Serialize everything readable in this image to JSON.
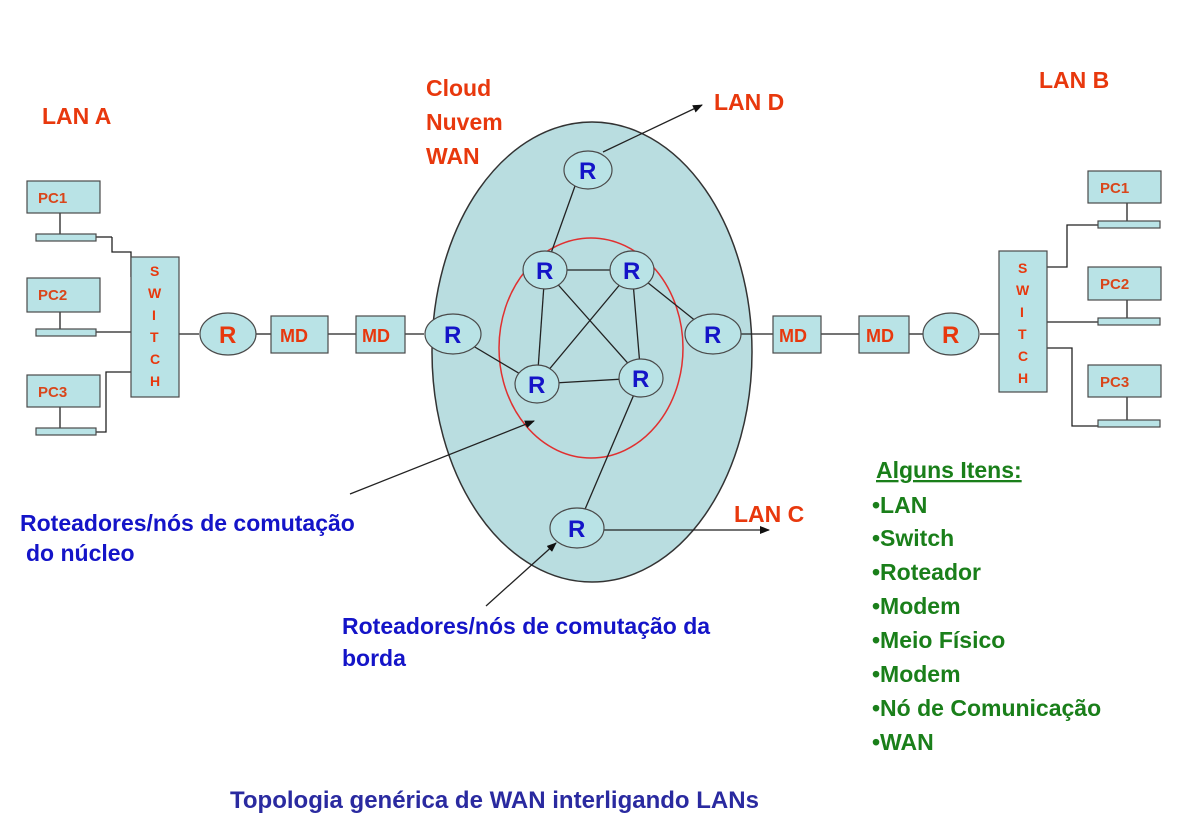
{
  "labels": {
    "lan_a": "LAN A",
    "lan_b": "LAN B",
    "lan_c": "LAN C",
    "lan_d": "LAN D",
    "cloud": [
      "Cloud",
      "Nuvem",
      "WAN"
    ]
  },
  "devices": {
    "pc1": "PC1",
    "pc2": "PC2",
    "pc3": "PC3",
    "switch_letters": [
      "S",
      "W",
      "I",
      "T",
      "C",
      "H"
    ],
    "modem": "MD",
    "router": "R"
  },
  "annotations": {
    "core": [
      "Roteadores/nós de comutação",
      "do núcleo"
    ],
    "edge": [
      "Roteadores/nós de comutação da",
      "borda"
    ]
  },
  "items": {
    "heading": "Alguns Itens:",
    "list": [
      "•LAN",
      "•Switch",
      "•Roteador",
      "•Modem",
      "•Meio Físico",
      "•Modem",
      "•Nó de Comunicação",
      "•WAN"
    ]
  },
  "caption": "Topologia genérica de WAN interligando LANs",
  "colors": {
    "label_red": "#e8380d",
    "label_blue": "#1414c8",
    "label_green": "#1a7f1a",
    "device_fill": "#b9e3e6",
    "cloud_fill": "#b9dde0",
    "core_ring": "#e03030"
  }
}
